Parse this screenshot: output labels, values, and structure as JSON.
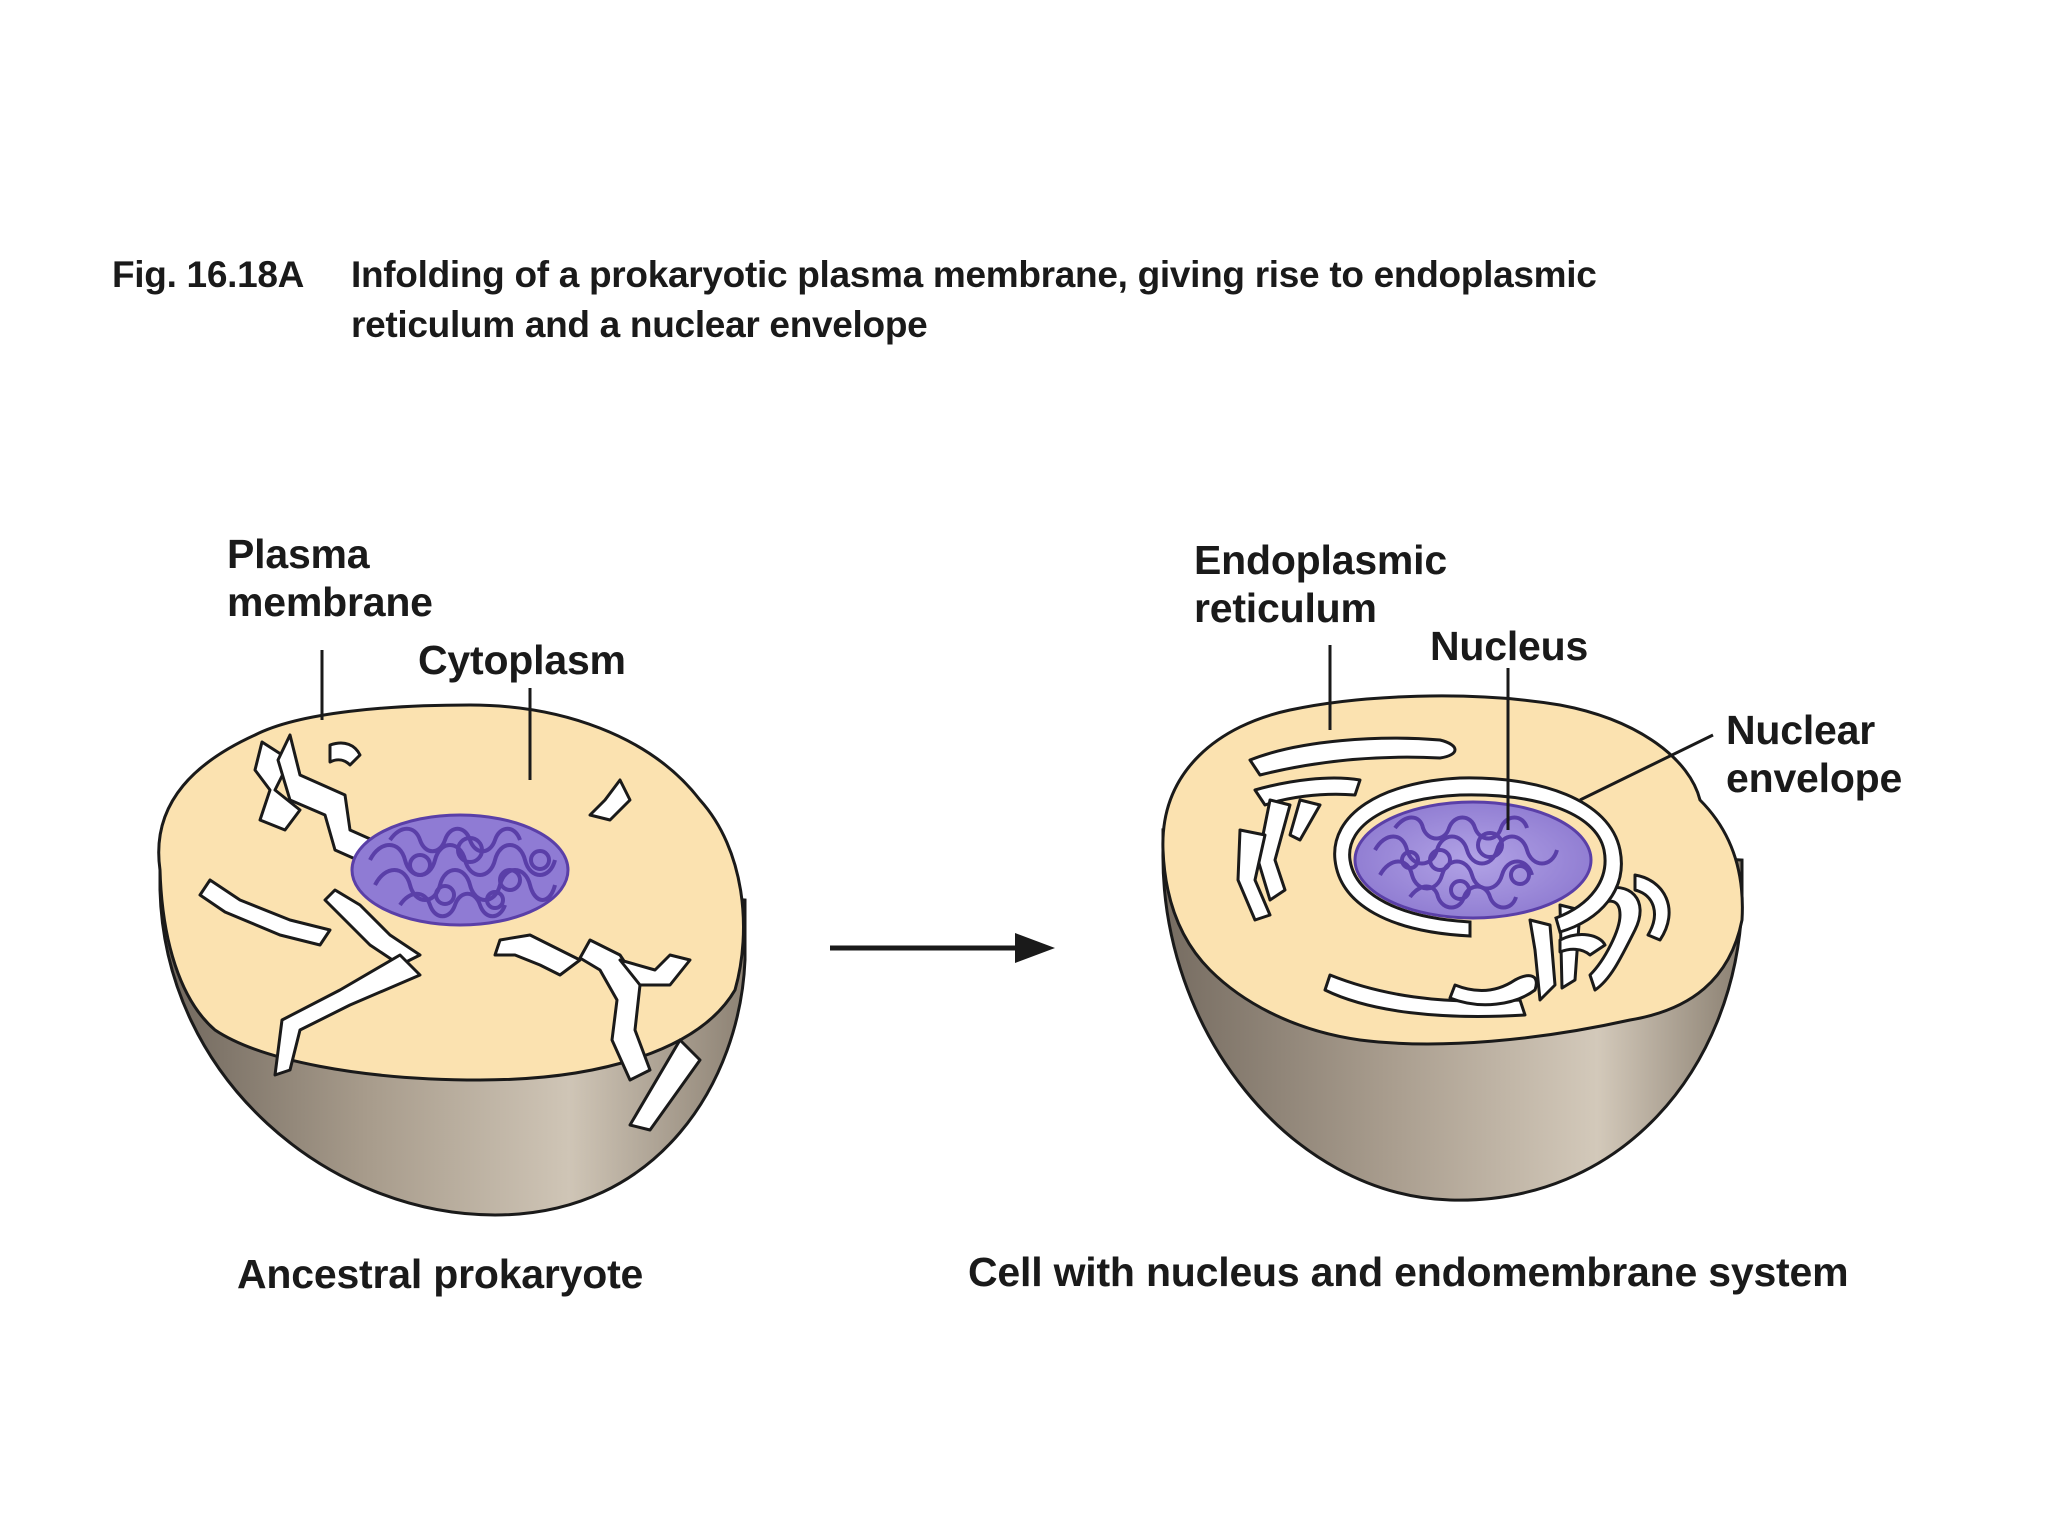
{
  "figure": {
    "number": "Fig. 16.18A",
    "caption_line1": "Infolding of a prokaryotic plasma membrane, giving rise to endoplasmic",
    "caption_line2": "reticulum and a nuclear envelope"
  },
  "left_cell": {
    "label_plasma_membrane_line1": "Plasma",
    "label_plasma_membrane_line2": "membrane",
    "label_cytoplasm": "Cytoplasm",
    "title": "Ancestral prokaryote"
  },
  "right_cell": {
    "label_er_line1": "Endoplasmic",
    "label_er_line2": "reticulum",
    "label_nucleus": "Nucleus",
    "label_nuclear_envelope_line1": "Nuclear",
    "label_nuclear_envelope_line2": "envelope",
    "title": "Cell with nucleus and endomembrane system"
  },
  "colors": {
    "cytoplasm": "#fbe2b0",
    "hemisphere_side": "#a89c8c",
    "dna": "#6a4fb8",
    "nucleus_fill": "#9a87d6",
    "outline": "#1a1a1a"
  }
}
